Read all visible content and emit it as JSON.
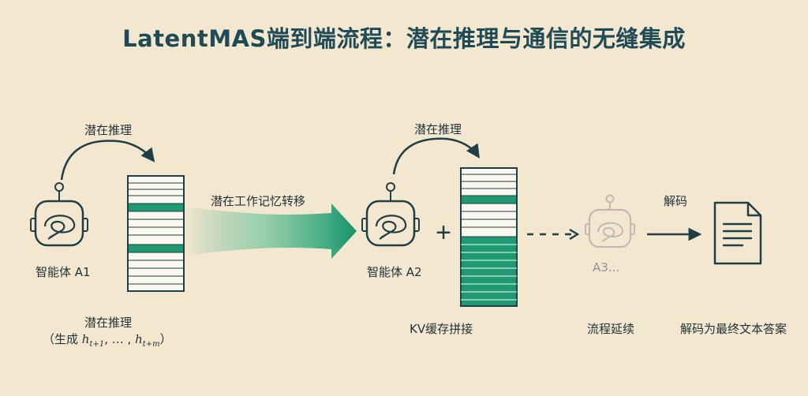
{
  "title": "LatentMAS端到端流程：潜在推理与通信的无缝集成",
  "agent1": {
    "loop_label": "潜在推理",
    "name": "智能体 A1",
    "bottom_title": "潜在推理",
    "bottom_sub_prefix": "（生成",
    "bottom_sub_math": "h",
    "bottom_sub_math_1": "t+1",
    "bottom_sub_mid": ", … ,",
    "bottom_sub_math2": "h",
    "bottom_sub_math_2": "t+m",
    "bottom_sub_suffix": "）"
  },
  "transfer": {
    "label": "潜在工作记忆转移"
  },
  "agent2": {
    "loop_label": "潜在推理",
    "name": "智能体 A2",
    "plus": "+",
    "cache_label": "KV缓存拼接"
  },
  "agent3": {
    "name": "A3...",
    "continue_label": "流程延续"
  },
  "decode": {
    "arrow_label": "解码",
    "final_label": "解码为最终文本答案"
  },
  "colors": {
    "background": "#f4e7cf",
    "title": "#1f4b57",
    "ink": "#1f3f47",
    "green": "#1f9a73",
    "faded": "#b7b7b0"
  }
}
